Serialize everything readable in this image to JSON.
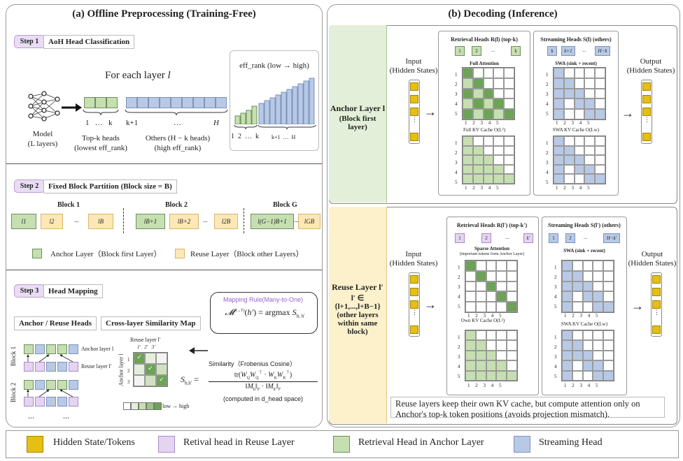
{
  "left_panel": {
    "title": "(a) Offline Preprocessing (Training-Free)",
    "step1": {
      "label": "Step 1",
      "name": "AoH Head Classification",
      "for_each": "For each layer",
      "for_each_var": "l",
      "model": "Model",
      "model_sub": "(L layers)",
      "topk_idx": "1   …   k",
      "topk": "Top-k heads",
      "topk_sub": "(lowest eff_rank)",
      "others_idx_left": "k+1",
      "others_idx_mid": "…",
      "others_idx_right": "H",
      "others": "Others (H − k heads)",
      "others_sub": "(high eff_rank)",
      "chart_title": "eff_rank (low → high)",
      "chart_axis_left": "1  2  …  k",
      "chart_axis_right": "k+1  …  H"
    },
    "step2": {
      "label": "Step 2",
      "name": "Fixed Block Partition (Block size = B)",
      "block1": "Block 1",
      "block2": "Block 2",
      "blockg": "Block G",
      "b1": [
        "l1",
        "l2",
        "...",
        "lB"
      ],
      "b2": [
        "lB+1",
        "lB+2",
        "...",
        "l2B"
      ],
      "bg": [
        "l(G−1)B+1",
        "...",
        "lGB"
      ],
      "legend_anchor": "Anchor Layer（Block first Layer）",
      "legend_reuse": "Reuse Layer（Block other Layers）"
    },
    "step3": {
      "label": "Step 3",
      "name": "Head Mapping",
      "anchor_reuse": "Anchor / Reuse Heads",
      "similarity_map": "Cross-layer Similarity Map",
      "mapping_rule": "Mapping Rule(Many-to-One)",
      "block1": "Block 1",
      "block2": "Block 2",
      "anchor_layer": "Anchor layer l",
      "reuse_layer": "Reuse layer l′",
      "reuse_axis": "Reuse layer l′",
      "anchor_axis": "Anchor layer l",
      "low_high": "low → high",
      "similarity": "Similarity（Frobenius Cosine）",
      "computed": "(computed in d_head space)",
      "dots": "...",
      "dots2": "..."
    }
  },
  "right_panel": {
    "title": "(b) Decoding (Inference)",
    "anchor": {
      "label": "Anchor Layer l",
      "label_sub": "(Block first layer)",
      "input": "Input",
      "input_sub": "(Hidden States)",
      "output": "Output",
      "output_sub": "(Hidden States)",
      "retrieval": "Retrieval Heads  R(l) (top-k)",
      "retrieval_heads": [
        "1",
        "2",
        "...",
        "k"
      ],
      "full_attn": "Full Attention",
      "full_kv": "Full KV Cache O(L²)",
      "streaming": "Streaming Heads  S(l) (others)",
      "streaming_heads": [
        "k",
        "k+1",
        "...",
        "H−k"
      ],
      "swa": "SWA (sink + recent)",
      "swa_kv": "SWA KV Cache O(Lw)"
    },
    "reuse": {
      "label": "Reuse Layer l′",
      "label_sub": "l′ ∈ {l+1,...,l+B−1} (other layers within same block)",
      "input": "Input",
      "input_sub": "(Hidden States)",
      "output": "Output",
      "output_sub": "(Hidden States)",
      "retrieval": "Retrieval Heads  R(l′) (top-k′)",
      "retrieval_heads": [
        "1",
        "2",
        "...",
        "k′"
      ],
      "sparse_attn": "Sparse Attention",
      "sparse_sub": "(important tokens form Anchor Layer)",
      "own_kv": "Own KV Cache O(L²)",
      "streaming": "Streaming Heads  S(l′) (others)",
      "streaming_heads": [
        "1",
        "2",
        "...",
        "H−k′"
      ],
      "swa": "SWA (sink + recent)",
      "swa_kv": "SWA KV Cache O(Lw)",
      "note": "Reuse layers keep their own KV cache,  but compute attention only on Anchor's top-k token positions (avoids projection mismatch)."
    }
  },
  "legend": {
    "hidden": "Hidden State/Tokens",
    "retival_reuse": "Retival head in Reuse Layer",
    "retrieval_anchor": "Retrieval Head in Anchor Layer",
    "streaming": "Streaming Head"
  },
  "colors": {
    "gold": "#e5bf12",
    "purple": "#e5d4f1",
    "green": "#c6dfb1",
    "blue": "#b8c9e6",
    "dark_green": "#6ca356"
  }
}
